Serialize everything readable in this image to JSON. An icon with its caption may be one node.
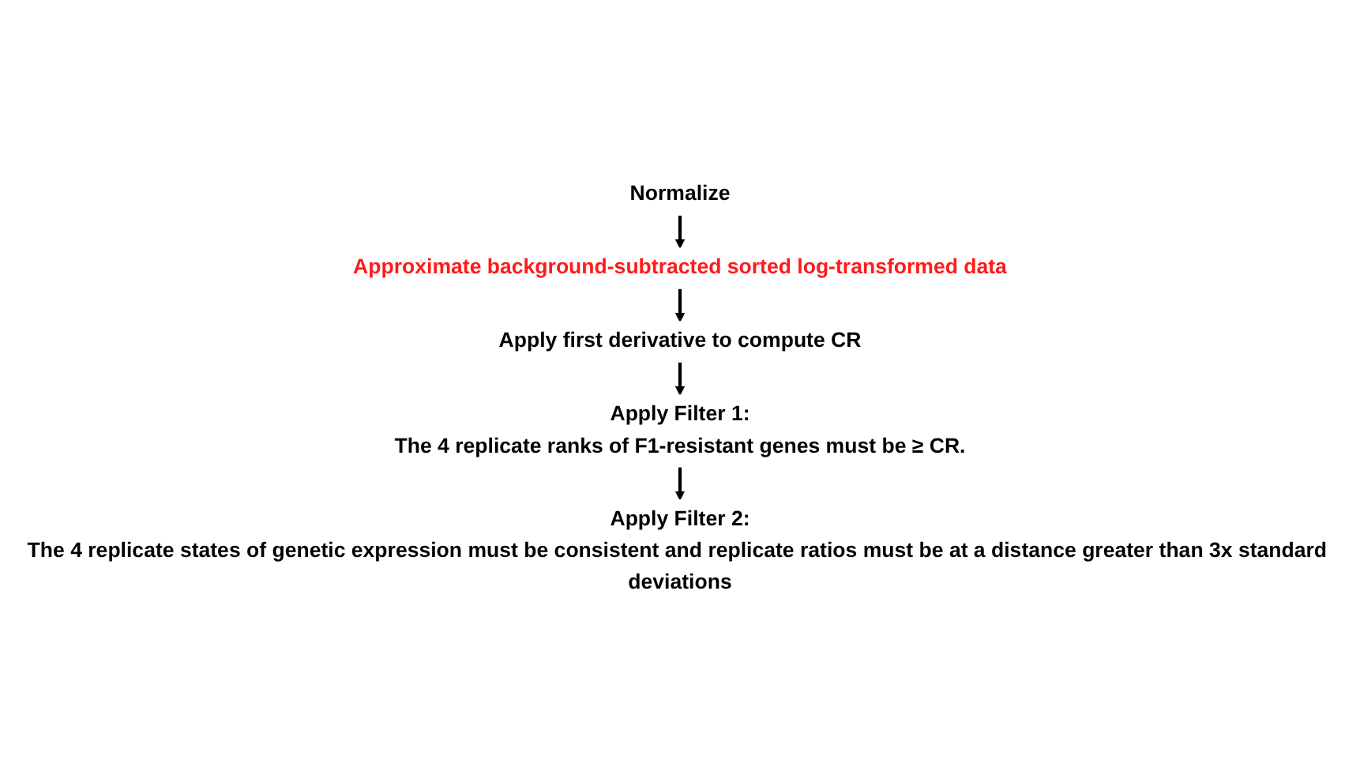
{
  "diagram": {
    "nodes": [
      {
        "text": [
          "Normalize"
        ]
      },
      {
        "text": [
          "Approximate background-subtracted sorted log-transformed data"
        ]
      },
      {
        "text": [
          "Apply first derivative to compute CR"
        ]
      },
      {
        "text": [
          "Apply Filter 1:",
          "The 4 replicate ranks of F1-resistant genes must be ≥ CR."
        ]
      },
      {
        "text": [
          "Apply Filter 2:",
          "The 4 replicate states of genetic expression must be consistent and replicate ratios must be at a distance greater than 3x standard deviations"
        ]
      }
    ],
    "edges": [
      {
        "from": 0,
        "to": 1,
        "arrow": "to"
      },
      {
        "from": 1,
        "to": 2,
        "arrow": "to"
      },
      {
        "from": 2,
        "to": 3,
        "arrow": "to"
      },
      {
        "from": 3,
        "to": 4,
        "arrow": "to"
      }
    ]
  }
}
